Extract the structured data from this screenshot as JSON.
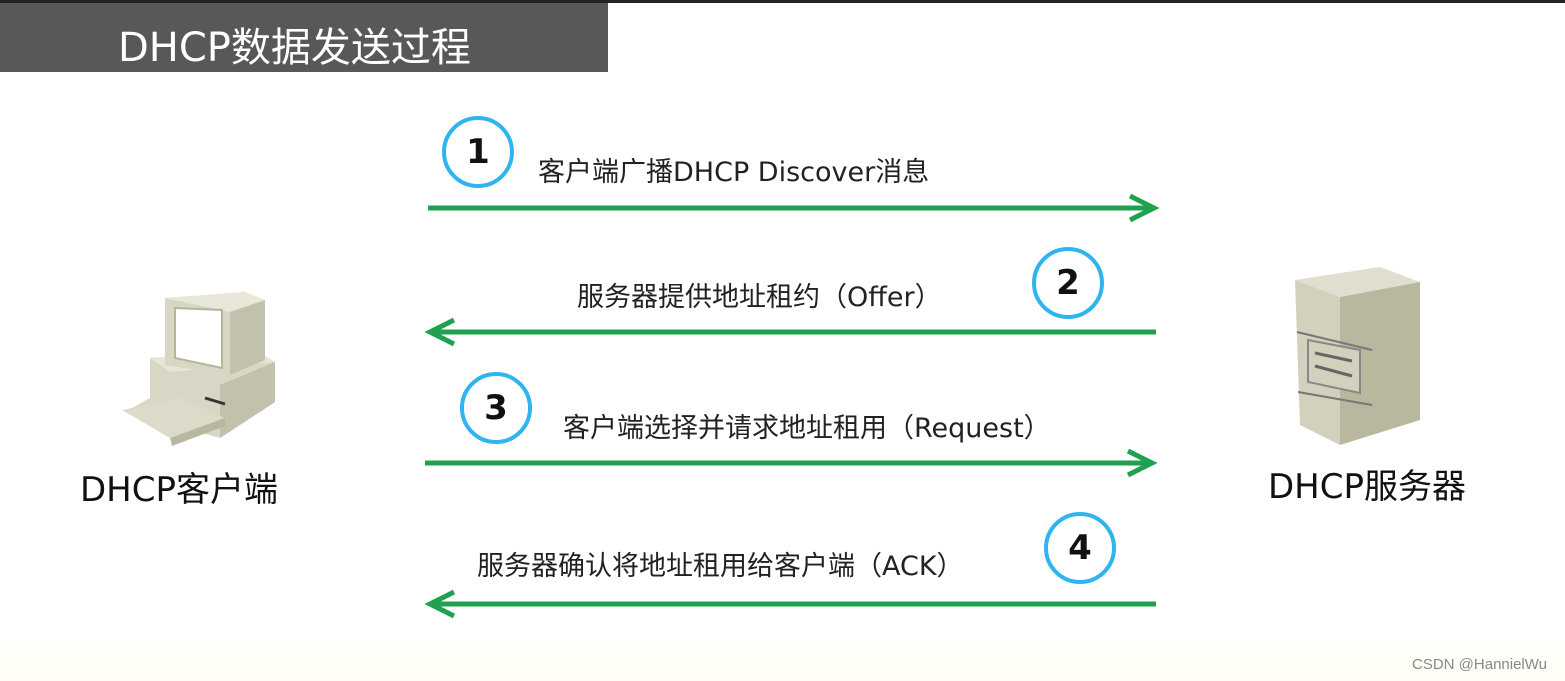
{
  "title": "DHCP数据发送过程",
  "client": {
    "label": "DHCP客户端",
    "icon": "desktop-computer-icon"
  },
  "server": {
    "label": "DHCP服务器",
    "icon": "server-tower-icon"
  },
  "steps": [
    {
      "number": "1",
      "text": "客户端广播DHCP Discover消息",
      "direction": "client-to-server"
    },
    {
      "number": "2",
      "text": "服务器提供地址租约（Offer）",
      "direction": "server-to-client"
    },
    {
      "number": "3",
      "text": "客户端选择并请求地址租用（Request）",
      "direction": "client-to-server"
    },
    {
      "number": "4",
      "text": "服务器确认将地址租用给客户端（ACK）",
      "direction": "server-to-client"
    }
  ],
  "colors": {
    "arrow": "#1fa14f",
    "circle": "#2fb4f0",
    "title_bg": "#585858"
  },
  "watermark": "CSDN @HannielWu"
}
